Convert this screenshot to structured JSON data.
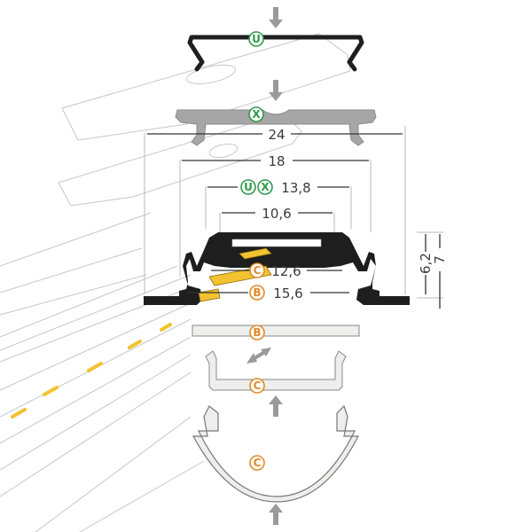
{
  "colors": {
    "profile": "#1e1e1e",
    "clip_gray": "#a6a6a6",
    "led_yellow": "#f2c230",
    "badge_green": "#2e9a4a",
    "badge_orange": "#e08a2c",
    "diffuser_fill": "#eeeeec"
  },
  "badges": {
    "u": "U",
    "x": "X",
    "c": "C",
    "b": "B"
  },
  "dimensions": {
    "w24": "24",
    "w18": "18",
    "w13_8": "13,8",
    "w10_6": "10,6",
    "w12_6": "12,6",
    "w15_6": "15,6",
    "h6_2": "6,2",
    "h7": "7"
  }
}
